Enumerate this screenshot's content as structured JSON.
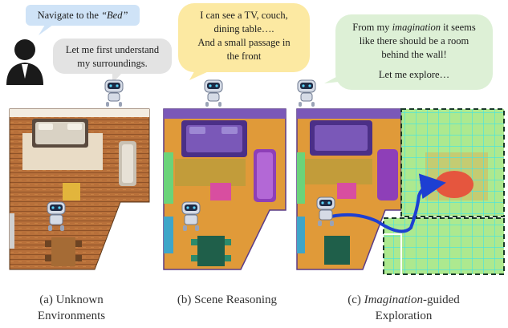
{
  "bubbles": {
    "user_command": {
      "prefix": "Navigate to the ",
      "target": "“Bed”"
    },
    "robot_a": {
      "line1": "Let me first understand",
      "line2": "my surroundings."
    },
    "robot_b": {
      "line1": "I can see a TV, couch,",
      "line2": "dining table….",
      "line3": "And a small passage in",
      "line4": "the front"
    },
    "robot_c": {
      "line1_pre": "From my ",
      "line1_em": "imagination",
      "line1_post": " it seems",
      "line2": "like there should be a room",
      "line3": "behind the wall!",
      "line4": "Let me explore…"
    }
  },
  "captions": {
    "a": {
      "line1": "(a) Unknown",
      "line2": "Environments"
    },
    "b": {
      "line1": "(b) Scene Reasoning"
    },
    "c": {
      "line1_em": "Imagination",
      "line1_post": "-guided",
      "line2": "Exploration"
    }
  },
  "colors": {
    "bubble_user": "#cfe3f7",
    "bubble_robot_a": "#e3e3e3",
    "bubble_robot_b": "#fce9a2",
    "bubble_robot_c": "#ddf0d6",
    "segmentation_purple": "#7a58b8",
    "floor_orange": "#e09a39",
    "imagined_grid": "#3fe4e8",
    "imagined_fill": "#9fe57b",
    "path_blue": "#1d3fd2",
    "goal_red": "#e5563e"
  },
  "icons": [
    "user-icon",
    "robot-icon",
    "bed-icon",
    "couch-icon",
    "dining-table-icon",
    "tv-icon"
  ]
}
